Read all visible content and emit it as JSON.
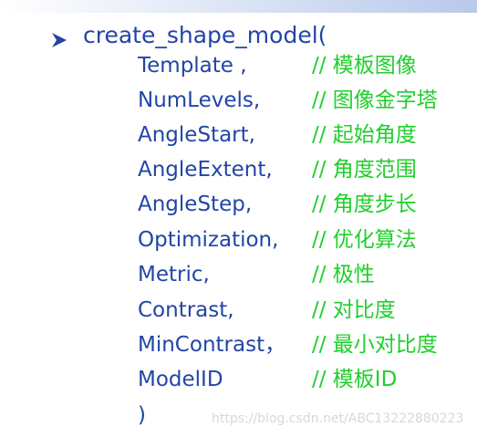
{
  "slide": {
    "bullet_icon": "right-arrowhead-icon",
    "function_signature": "create_shape_model(",
    "closing_parenthesis": ")",
    "parameters": [
      {
        "name": "Template ,",
        "comment": "// 模板图像"
      },
      {
        "name": "NumLevels,",
        "comment": "// 图像金字塔"
      },
      {
        "name": "AngleStart,",
        "comment": "// 起始角度"
      },
      {
        "name": "AngleExtent,",
        "comment": "// 角度范围"
      },
      {
        "name": "AngleStep,",
        "comment": "// 角度步长"
      },
      {
        "name": "Optimization,",
        "comment": "// 优化算法"
      },
      {
        "name": "Metric,",
        "comment": "// 极性"
      },
      {
        "name": "Contrast,",
        "comment": "// 对比度"
      },
      {
        "name": "MinContrast，",
        "comment": "// 最小对比度"
      },
      {
        "name": "ModelID",
        "comment": "// 模板ID"
      }
    ],
    "watermark": "https://blog.csdn.net/ABC13222880223"
  },
  "colors": {
    "code_blue": "#2245a6",
    "comment_green": "#1fcf2b",
    "watermark_gray": "#d8d8d8"
  }
}
